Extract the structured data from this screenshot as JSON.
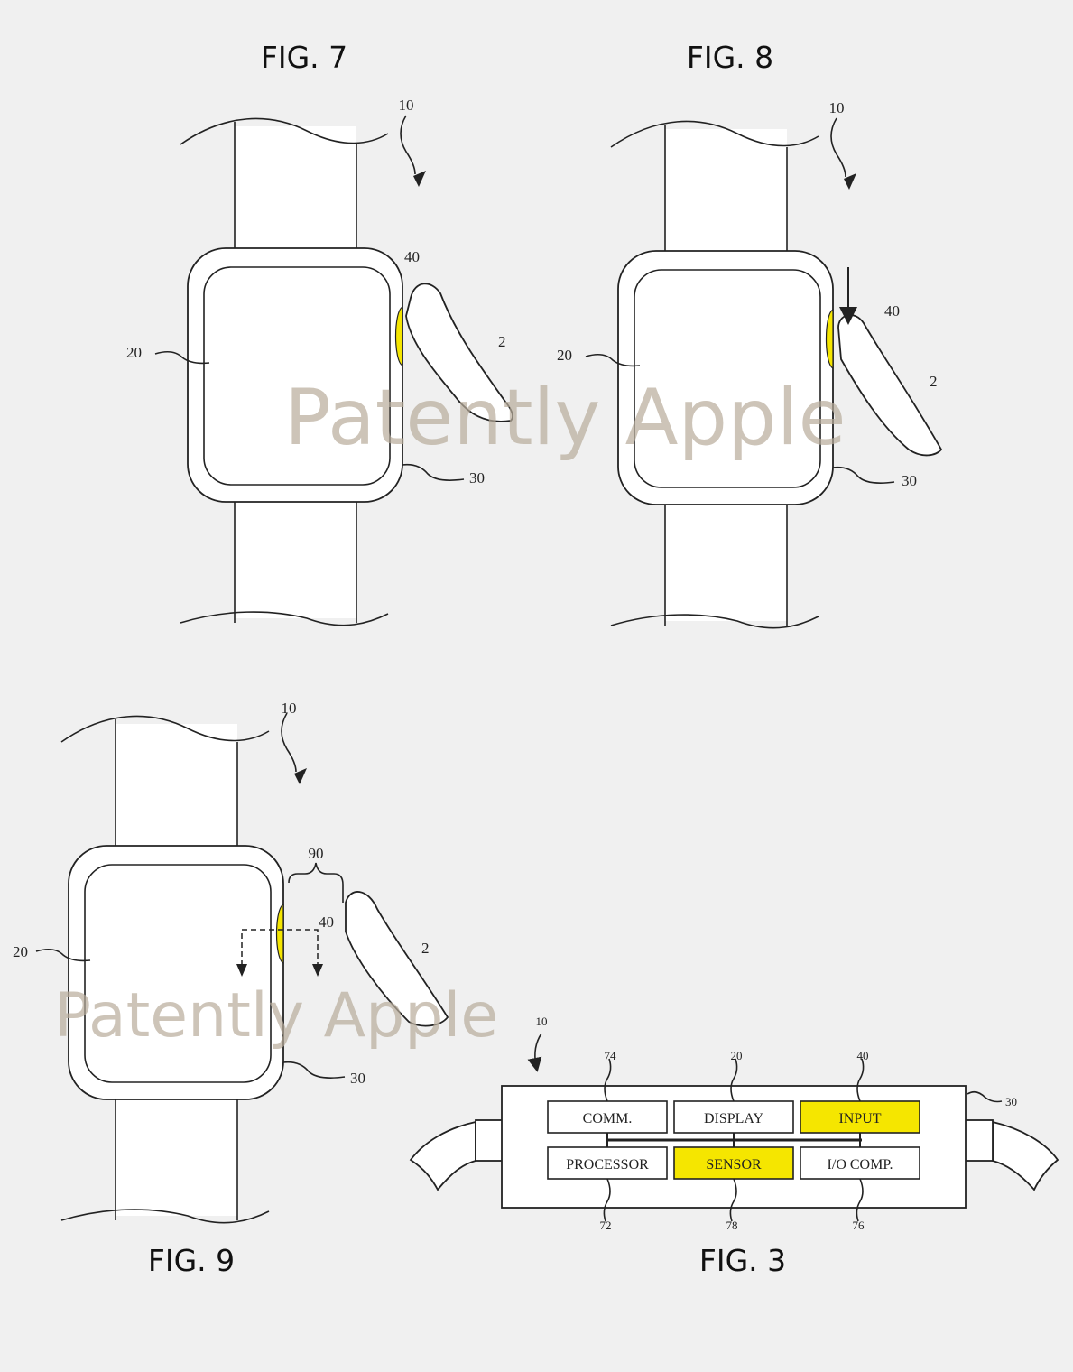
{
  "figures": {
    "fig7": {
      "title": "FIG. 7",
      "refs": {
        "device": "10",
        "display": "20",
        "housing": "30",
        "input": "40",
        "finger": "2"
      }
    },
    "fig8": {
      "title": "FIG. 8",
      "refs": {
        "device": "10",
        "display": "20",
        "housing": "30",
        "input": "40",
        "finger": "2"
      }
    },
    "fig9": {
      "title": "FIG. 9",
      "refs": {
        "device": "10",
        "display": "20",
        "housing": "30",
        "input": "40",
        "finger": "2",
        "region": "90"
      }
    },
    "fig3": {
      "title": "FIG. 3",
      "refs": {
        "device": "10",
        "housing": "30"
      },
      "blocks": [
        {
          "label": "COMM.",
          "ref": "74",
          "highlight": false
        },
        {
          "label": "DISPLAY",
          "ref": "20",
          "highlight": false
        },
        {
          "label": "INPUT",
          "ref": "40",
          "highlight": true
        },
        {
          "label": "PROCESSOR",
          "ref": "72",
          "highlight": false
        },
        {
          "label": "SENSOR",
          "ref": "78",
          "highlight": true
        },
        {
          "label": "I/O COMP.",
          "ref": "76",
          "highlight": false
        }
      ]
    }
  },
  "watermark": "Patently Apple",
  "colors": {
    "highlight": "#f5e600",
    "background": "#f0f0f0",
    "watermark": "#b8ac9b"
  }
}
